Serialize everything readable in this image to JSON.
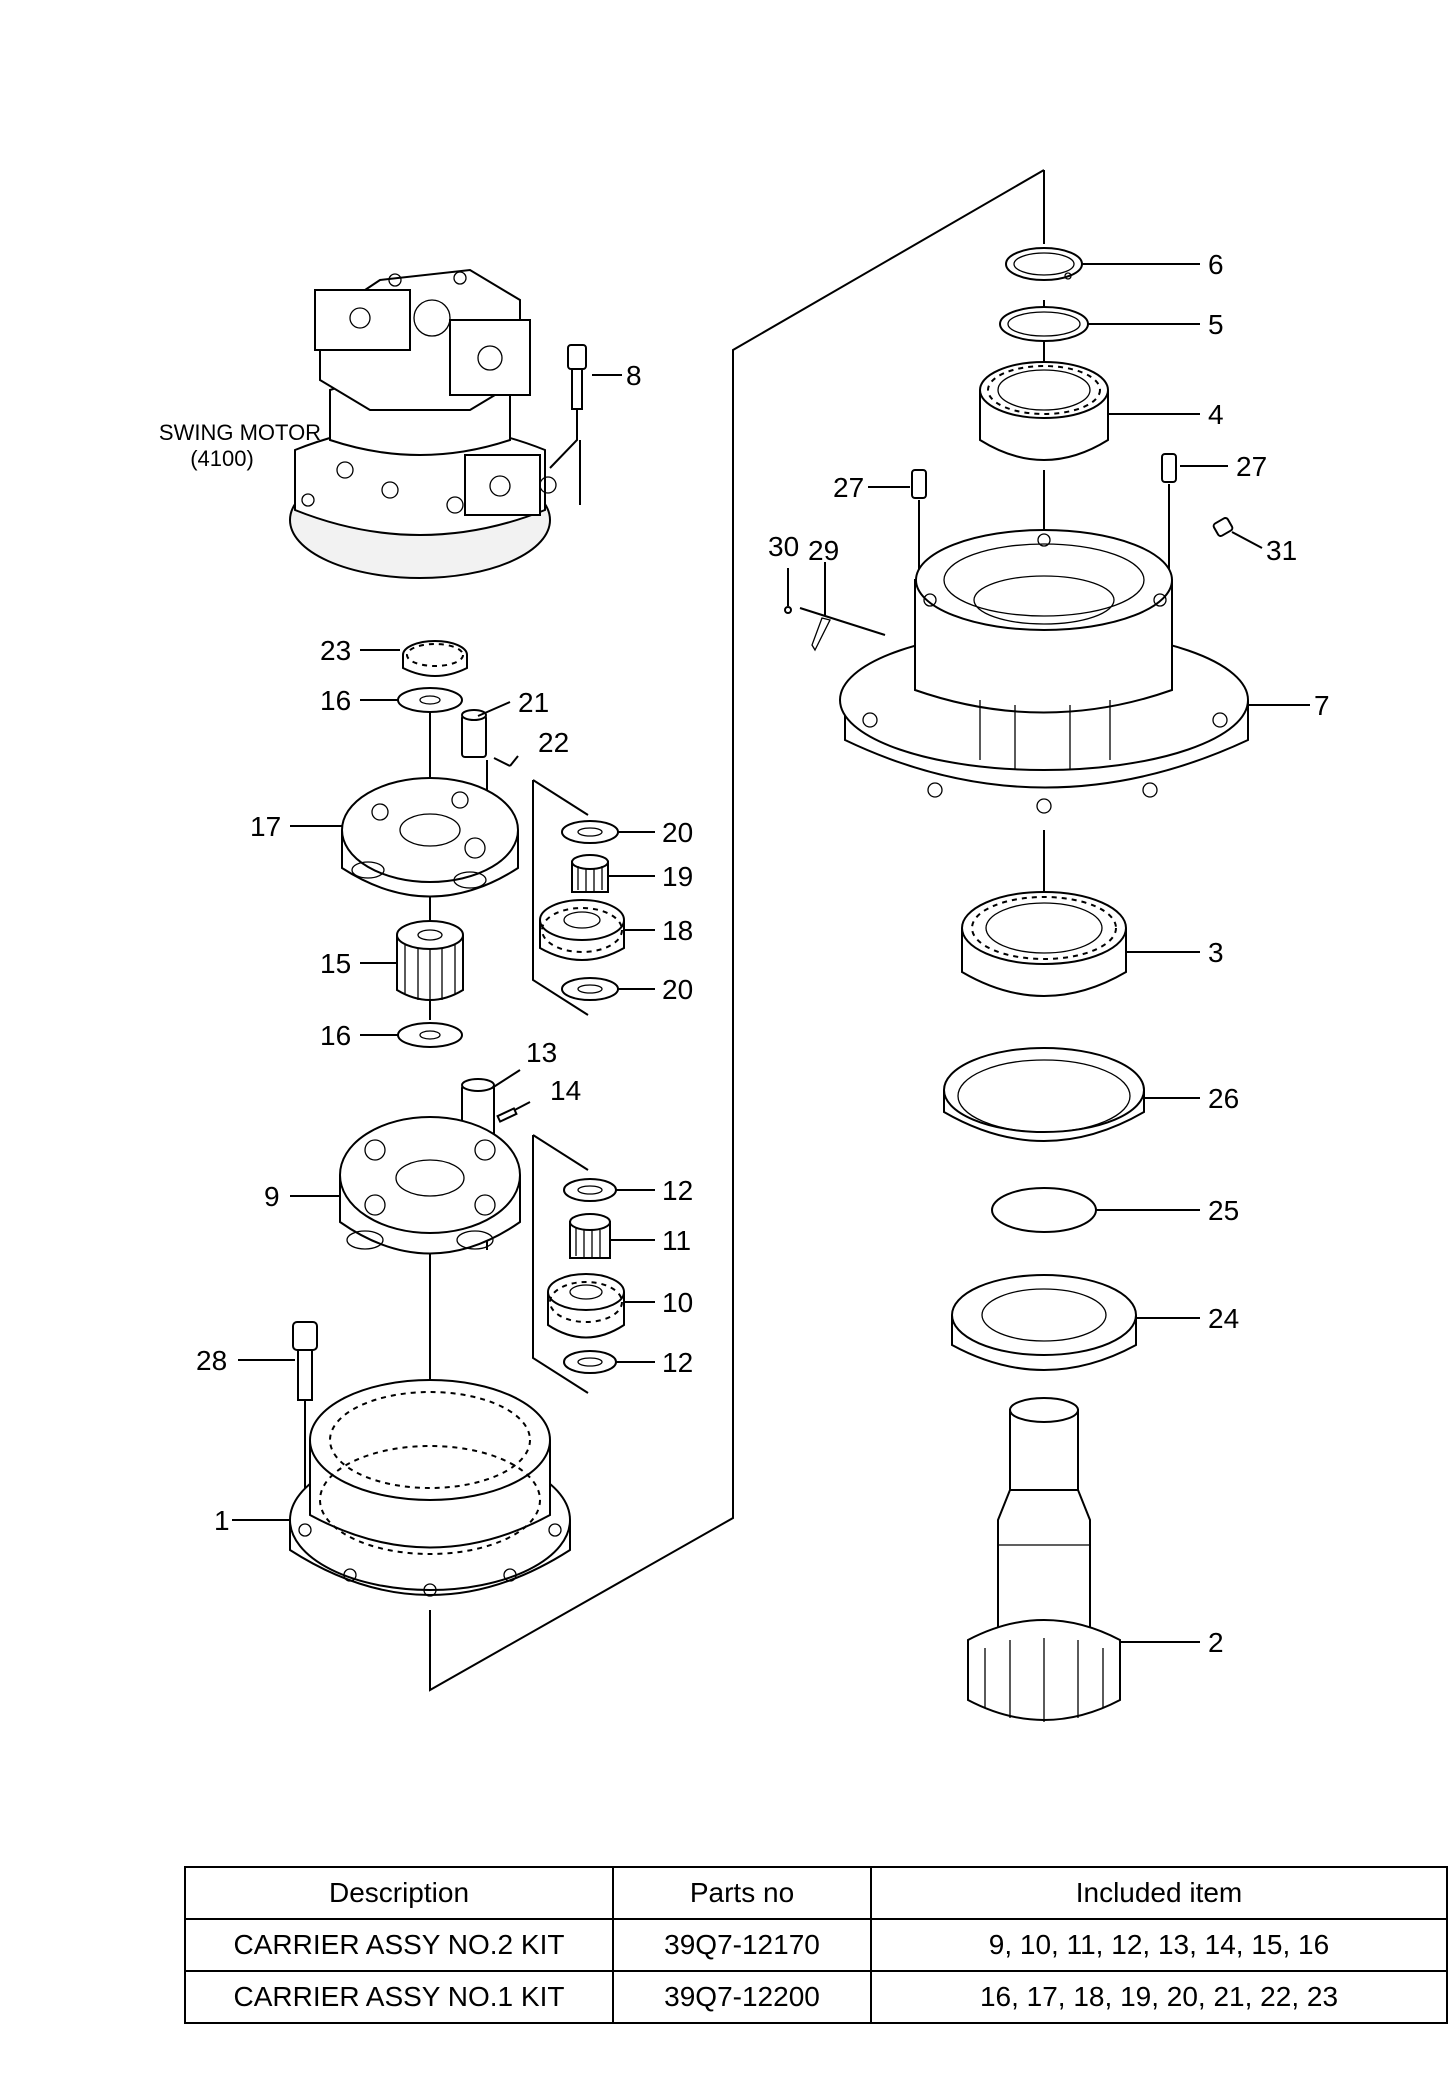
{
  "motor": {
    "line1": "SWING MOTOR",
    "line2": "(4100)"
  },
  "callouts": [
    {
      "id": "c6",
      "text": "6"
    },
    {
      "id": "c5",
      "text": "5"
    },
    {
      "id": "c4",
      "text": "4"
    },
    {
      "id": "c27a",
      "text": "27"
    },
    {
      "id": "c27b",
      "text": "27"
    },
    {
      "id": "c31",
      "text": "31"
    },
    {
      "id": "c30",
      "text": "30"
    },
    {
      "id": "c29",
      "text": "29"
    },
    {
      "id": "c7",
      "text": "7"
    },
    {
      "id": "c3",
      "text": "3"
    },
    {
      "id": "c26",
      "text": "26"
    },
    {
      "id": "c25",
      "text": "25"
    },
    {
      "id": "c24",
      "text": "24"
    },
    {
      "id": "c2",
      "text": "2"
    },
    {
      "id": "c8",
      "text": "8"
    },
    {
      "id": "c23",
      "text": "23"
    },
    {
      "id": "c16a",
      "text": "16"
    },
    {
      "id": "c21",
      "text": "21"
    },
    {
      "id": "c22",
      "text": "22"
    },
    {
      "id": "c17",
      "text": "17"
    },
    {
      "id": "c20a",
      "text": "20"
    },
    {
      "id": "c19",
      "text": "19"
    },
    {
      "id": "c18",
      "text": "18"
    },
    {
      "id": "c15",
      "text": "15"
    },
    {
      "id": "c20b",
      "text": "20"
    },
    {
      "id": "c16b",
      "text": "16"
    },
    {
      "id": "c13",
      "text": "13"
    },
    {
      "id": "c14",
      "text": "14"
    },
    {
      "id": "c9",
      "text": "9"
    },
    {
      "id": "c12a",
      "text": "12"
    },
    {
      "id": "c11",
      "text": "11"
    },
    {
      "id": "c10",
      "text": "10"
    },
    {
      "id": "c12b",
      "text": "12"
    },
    {
      "id": "c28",
      "text": "28"
    },
    {
      "id": "c1",
      "text": "1"
    }
  ],
  "table": {
    "headers": [
      "Description",
      "Parts no",
      "Included item"
    ],
    "rows": [
      [
        "CARRIER ASSY NO.2 KIT",
        "39Q7-12170",
        "9, 10, 11, 12, 13, 14, 15, 16"
      ],
      [
        "CARRIER ASSY NO.1 KIT",
        "39Q7-12200",
        "16, 17, 18, 19, 20, 21, 22, 23"
      ]
    ]
  }
}
